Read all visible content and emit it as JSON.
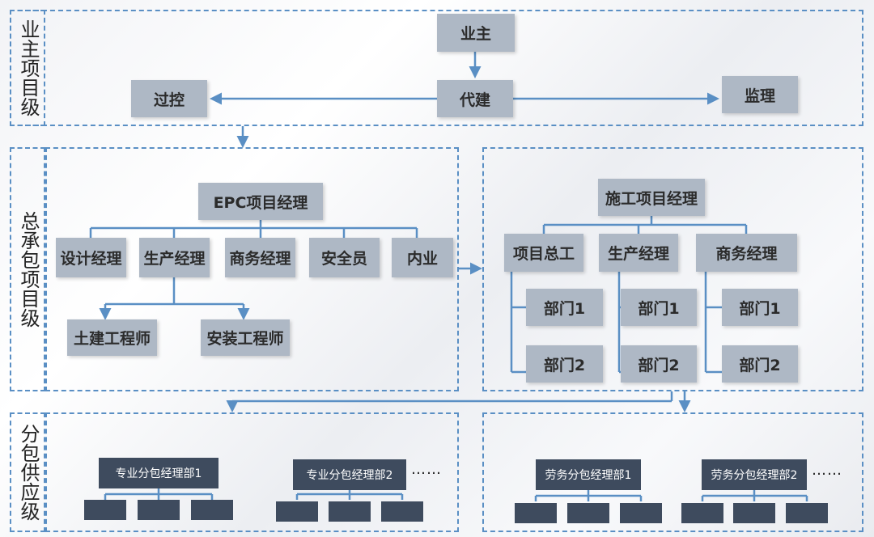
{
  "side_labels": {
    "owner_level": "业主项目级",
    "contractor_level": "总承包项目级",
    "subcontract_level": "分包供应级"
  },
  "owner": {
    "owner": "业主",
    "agent": "代建",
    "process_control": "过控",
    "supervision": "监理"
  },
  "epc": {
    "manager": "EPC项目经理",
    "design_manager": "设计经理",
    "production_manager": "生产经理",
    "business_manager": "商务经理",
    "safety_officer": "安全员",
    "internal": "内业",
    "civil_engineer": "土建工程师",
    "install_engineer": "安装工程师"
  },
  "construction": {
    "manager": "施工项目经理",
    "chief_engineer": "项目总工",
    "production_manager": "生产经理",
    "business_manager": "商务经理",
    "dept1": "部门1",
    "dept2": "部门2"
  },
  "subcontract": {
    "specialty_dept1": "专业分包经理部1",
    "specialty_dept2": "专业分包经理部2",
    "labor_dept1": "劳务分包经理部1",
    "labor_dept2": "劳务分包经理部2",
    "ellipsis": "……"
  },
  "colors": {
    "line": "#5a8fc4",
    "box": "#aeb8c5",
    "dark_box": "#3e4b5e"
  }
}
